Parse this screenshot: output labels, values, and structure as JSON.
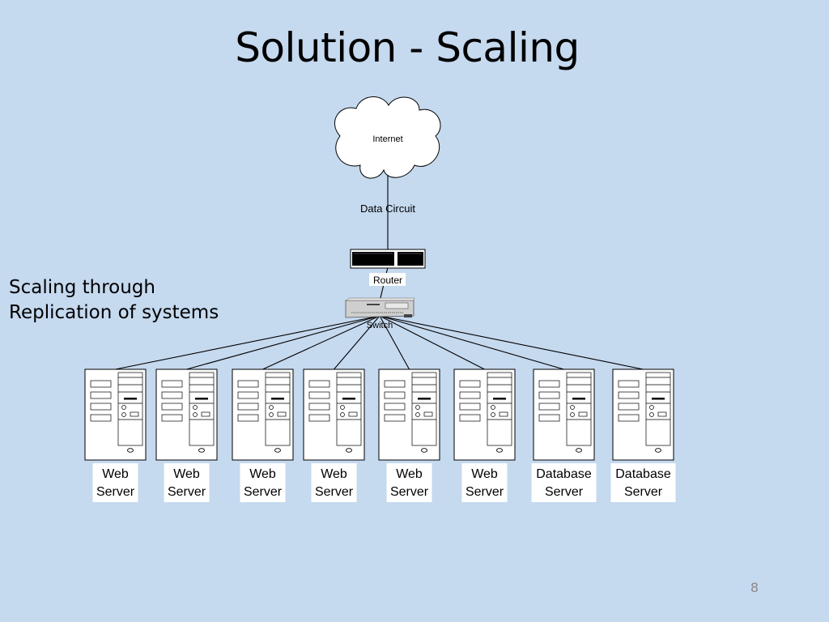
{
  "slide": {
    "title": "Solution - Scaling",
    "side_text": [
      "Scaling through",
      "Replication of systems"
    ],
    "page_number": "8"
  },
  "diagram": {
    "internet_label": "Internet",
    "circuit_label": "Data Circuit",
    "router_label": "Router",
    "switch_label": "Switch",
    "servers": [
      {
        "line1": "Web",
        "line2": "Server"
      },
      {
        "line1": "Web",
        "line2": "Server"
      },
      {
        "line1": "Web",
        "line2": "Server"
      },
      {
        "line1": "Web",
        "line2": "Server"
      },
      {
        "line1": "Web",
        "line2": "Server"
      },
      {
        "line1": "Web",
        "line2": "Server"
      },
      {
        "line1": "Database",
        "line2": "Server"
      },
      {
        "line1": "Database",
        "line2": "Server"
      }
    ]
  },
  "colors": {
    "background": "#c5d9ef",
    "line": "#000000",
    "device_fill": "#ffffff",
    "switch_fill": "#c8c8c8"
  }
}
